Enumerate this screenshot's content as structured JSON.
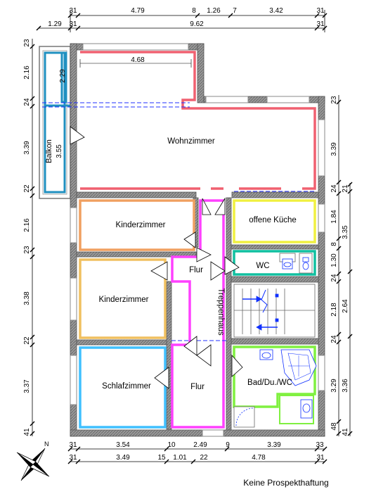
{
  "plan": {
    "rooms": {
      "wohnzimmer": "Wohnzimmer",
      "kinder1": "Kinderzimmer",
      "kinder2": "Kinderzimmer",
      "schlaf": "Schlafzimmer",
      "kueche": "offene Küche",
      "wc": "WC",
      "flur1": "Flur",
      "flur2": "Flur",
      "bad": "Bad/Du./WC",
      "treppenhaus": "Treppenhaus",
      "balkon": "Balkon",
      "balkon_size": "3.55",
      "balkon_inner": "2.29",
      "wohn_width": "4.68"
    },
    "dims_top_1": [
      "31",
      "4.79",
      "8",
      "1.26",
      "7",
      "3.42",
      "31"
    ],
    "dims_top_2": [
      "1.29",
      "31",
      "9.62",
      "31"
    ],
    "dims_bottom_1": [
      "31",
      "3.54",
      "10",
      "2.49",
      "9",
      "3.39",
      "33"
    ],
    "dims_bottom_2": [
      "31",
      "3.49",
      "15",
      "1.01",
      "22",
      "4.78",
      "31"
    ],
    "dims_left": [
      "23",
      "2.16",
      "24",
      "3.39",
      "22",
      "2.16",
      "23",
      "3.38",
      "22",
      "3.37",
      "41"
    ],
    "dims_right_1": [
      "23",
      "3.39",
      "24",
      "1.84",
      "8",
      "1.30",
      "24",
      "2.18",
      "24",
      "3.29",
      "48",
      "41"
    ],
    "dims_right_2": [
      "21",
      "3.35",
      "2.64",
      "3.36"
    ],
    "north": "N",
    "disclaimer": "Keine Prospekthaftung"
  },
  "colors": {
    "wall": "#808080",
    "wohn": "#f06070",
    "kinder1": "#f0a060",
    "kinder2": "#f0c060",
    "schlaf": "#40c0ff",
    "kueche": "#f0f040",
    "wc": "#10c0a0",
    "flur": "#ff40ff",
    "bad": "#80f040",
    "balkon": "#2090c0",
    "stairs": "#1030ff"
  }
}
